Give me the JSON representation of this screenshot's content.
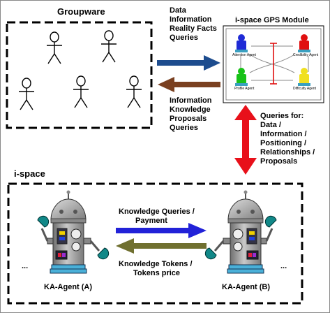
{
  "groupware": {
    "title": "Groupware"
  },
  "gps": {
    "title": "i-space GPS Module",
    "agents": [
      "Attention Agent",
      "Credibility Agent",
      "Profile Agent",
      "Difficulty Agent"
    ],
    "colors": {
      "blue": "#1f2bd6",
      "red": "#e01010",
      "green": "#18c218",
      "yellow": "#f0e020"
    }
  },
  "flows": {
    "to_gps": [
      "Data",
      "Information",
      "Reality Facts",
      "Queries"
    ],
    "from_gps": [
      "Information",
      "Knowledge",
      "Proposals",
      "Queries"
    ],
    "queries_for": [
      "Queries for:",
      "Data /",
      "Information /",
      "Positioning /",
      "Relationships /",
      "Proposals"
    ],
    "kq": [
      "Knowledge Queries /",
      "Payment"
    ],
    "kt": [
      "Knowledge Tokens /",
      "Tokens price"
    ]
  },
  "ispace": {
    "title": "i-space"
  },
  "agents": {
    "a": {
      "label": "KA-Agent (A)",
      "ellipsis": "..."
    },
    "b": {
      "label": "KA-Agent (B)",
      "ellipsis": "..."
    }
  },
  "arrow_colors": {
    "to_gps": "#1d4c8e",
    "from_gps": "#7a4020",
    "vertical": "#e8101a",
    "kq": "#2222d8",
    "kt": "#707030"
  }
}
